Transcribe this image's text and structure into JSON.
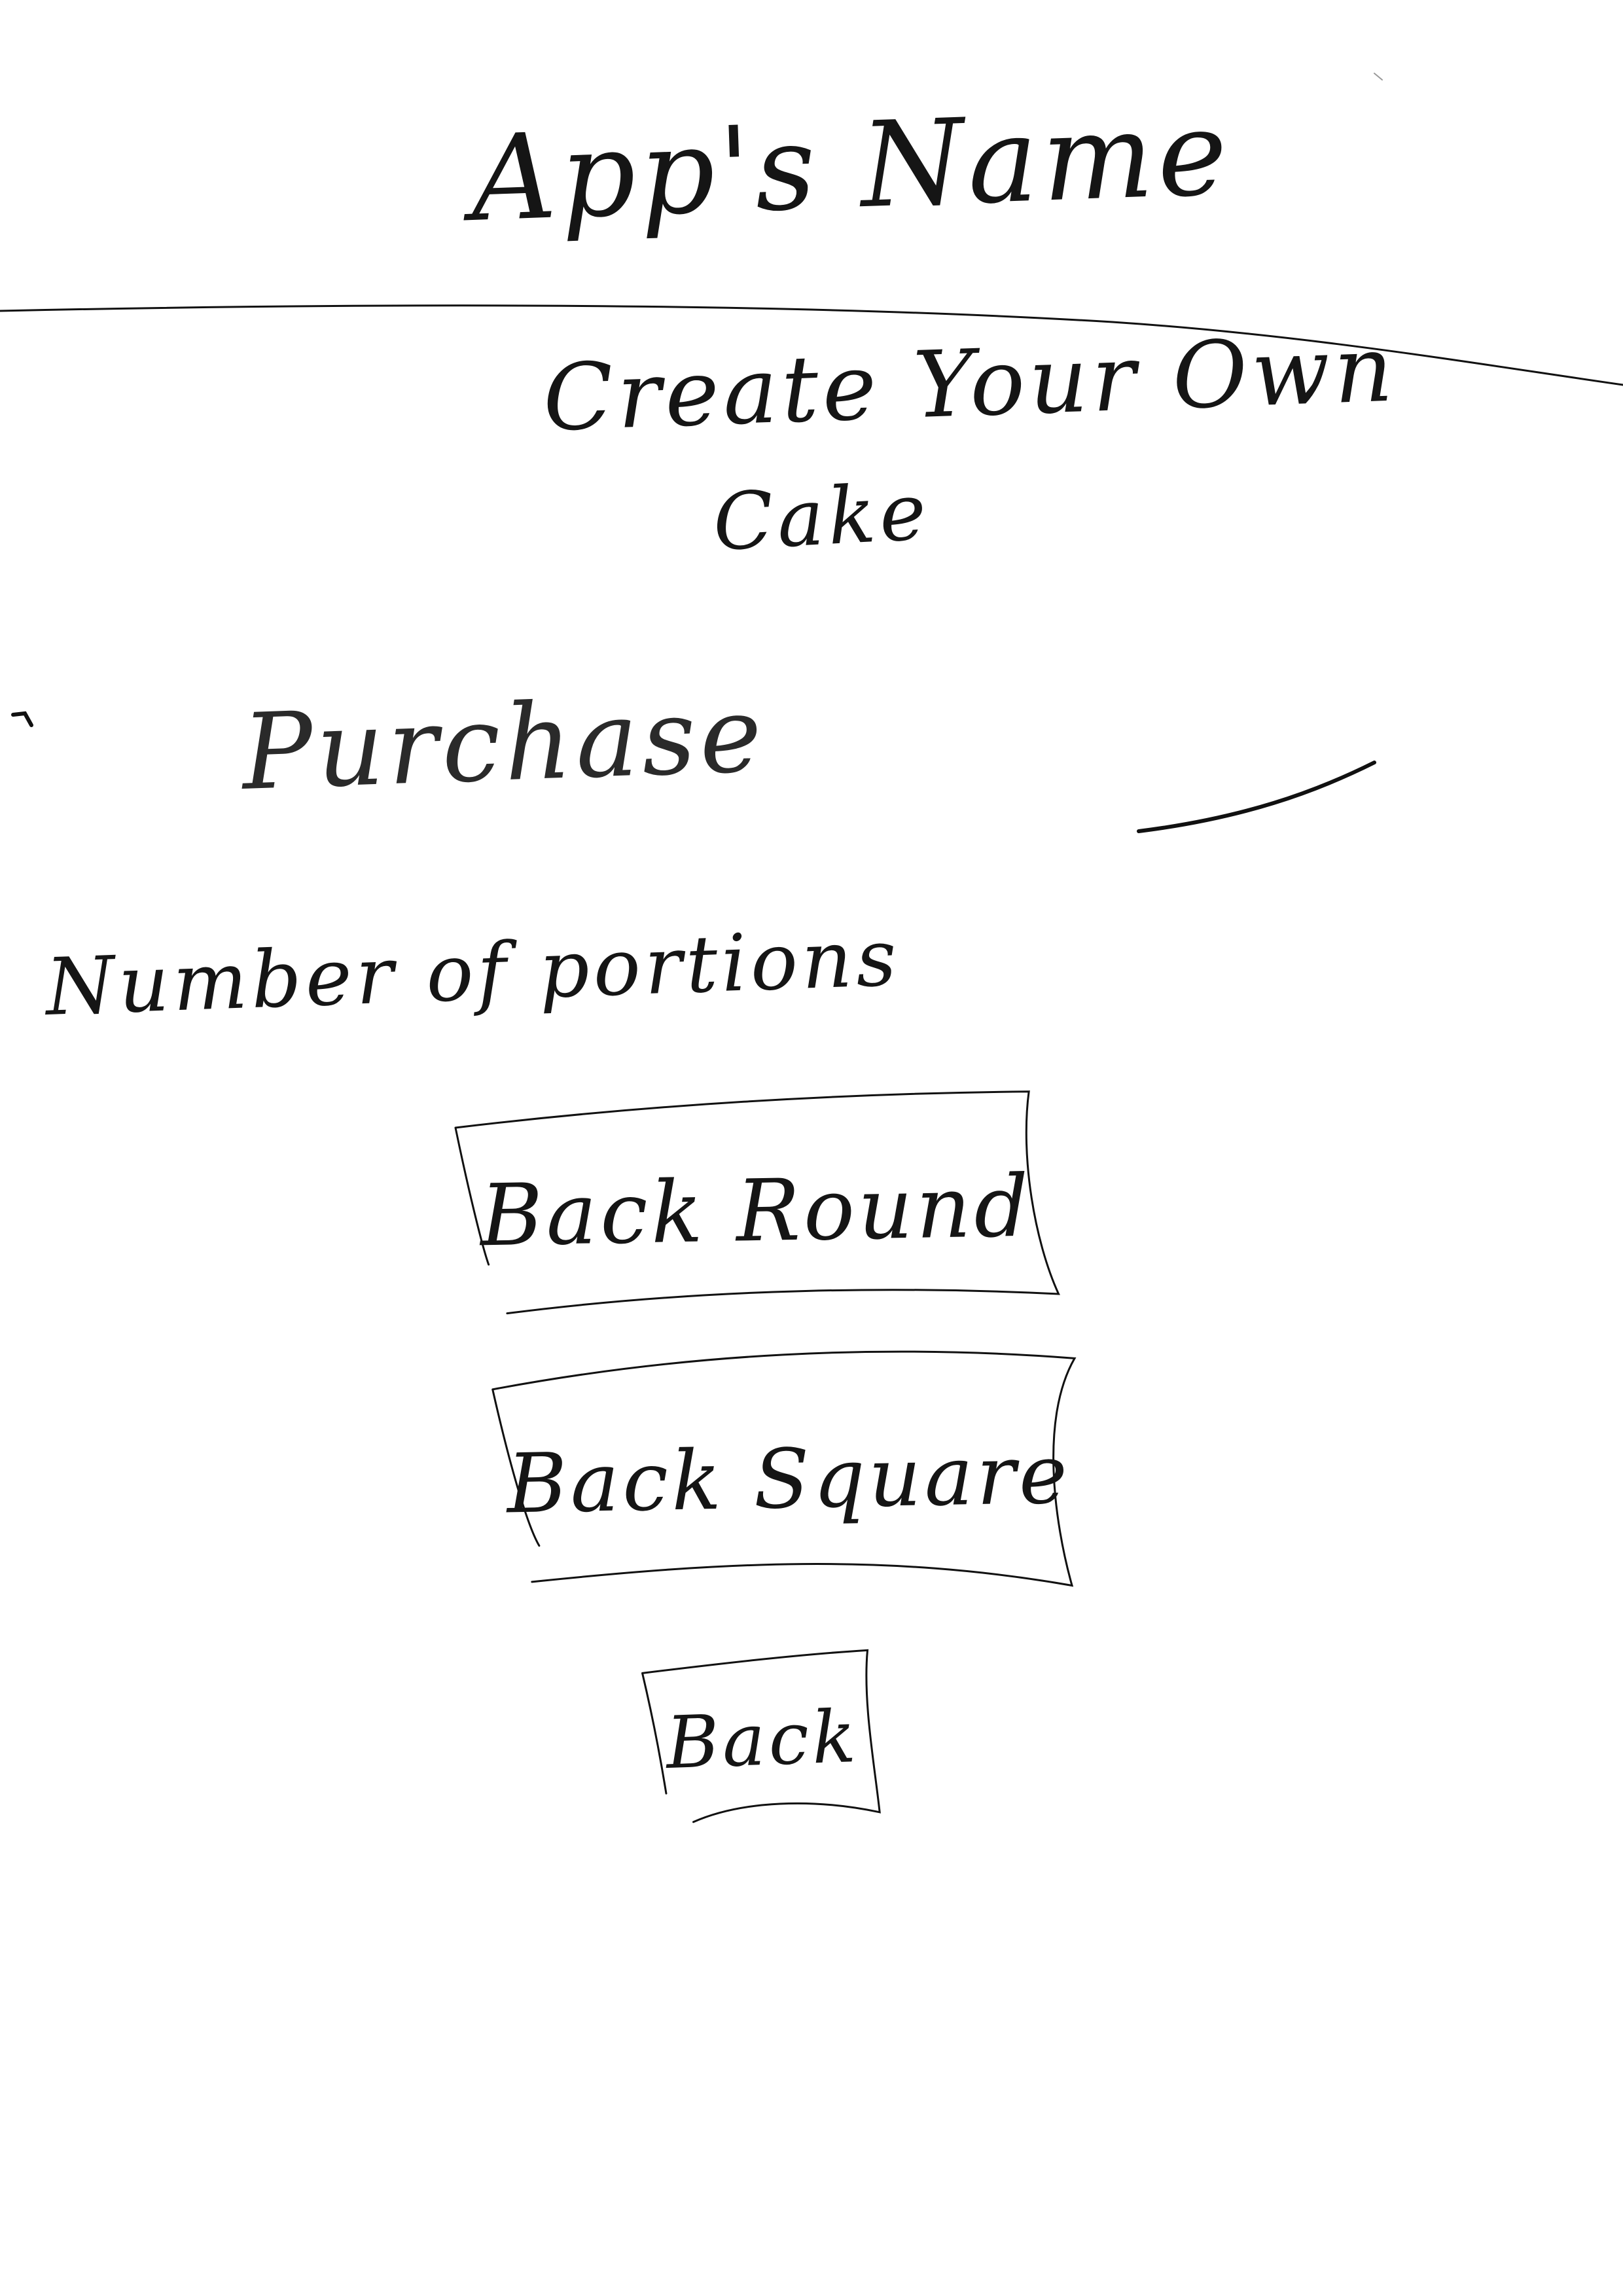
{
  "header": {
    "app_name": "App's Name"
  },
  "main": {
    "subtitle_line_1": "Create Your Own",
    "subtitle_line_2": "Cake",
    "purchase_label": "Purchase",
    "portions_label": "Number of portions"
  },
  "buttons": {
    "back_round": "Back Round",
    "back_square": "Back Square",
    "back": "Back"
  },
  "colors": {
    "ink": "#151515",
    "background": "#ffffff"
  }
}
